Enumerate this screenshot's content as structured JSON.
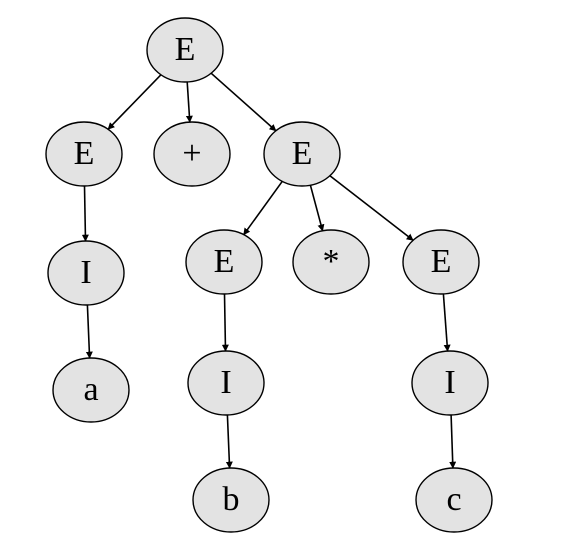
{
  "colors": {
    "node_fill": "#e3e3e3",
    "stroke": "#000000",
    "text": "#000000",
    "background": "#ffffff"
  },
  "tree": {
    "nodes": [
      {
        "id": "root_e",
        "label": "E"
      },
      {
        "id": "left_e",
        "label": "E"
      },
      {
        "id": "plus",
        "label": "+"
      },
      {
        "id": "right_e",
        "label": "E"
      },
      {
        "id": "left_i",
        "label": "I"
      },
      {
        "id": "leaf_a",
        "label": "a"
      },
      {
        "id": "mid_e",
        "label": "E"
      },
      {
        "id": "times",
        "label": "*"
      },
      {
        "id": "far_e",
        "label": "E"
      },
      {
        "id": "mid_i",
        "label": "I"
      },
      {
        "id": "leaf_b",
        "label": "b"
      },
      {
        "id": "far_i",
        "label": "I"
      },
      {
        "id": "leaf_c",
        "label": "c"
      }
    ],
    "edges": [
      {
        "from": "root_e",
        "to": "left_e"
      },
      {
        "from": "root_e",
        "to": "plus"
      },
      {
        "from": "root_e",
        "to": "right_e"
      },
      {
        "from": "left_e",
        "to": "left_i"
      },
      {
        "from": "left_i",
        "to": "leaf_a"
      },
      {
        "from": "right_e",
        "to": "mid_e"
      },
      {
        "from": "right_e",
        "to": "times"
      },
      {
        "from": "right_e",
        "to": "far_e"
      },
      {
        "from": "mid_e",
        "to": "mid_i"
      },
      {
        "from": "mid_i",
        "to": "leaf_b"
      },
      {
        "from": "far_e",
        "to": "far_i"
      },
      {
        "from": "far_i",
        "to": "leaf_c"
      }
    ]
  }
}
